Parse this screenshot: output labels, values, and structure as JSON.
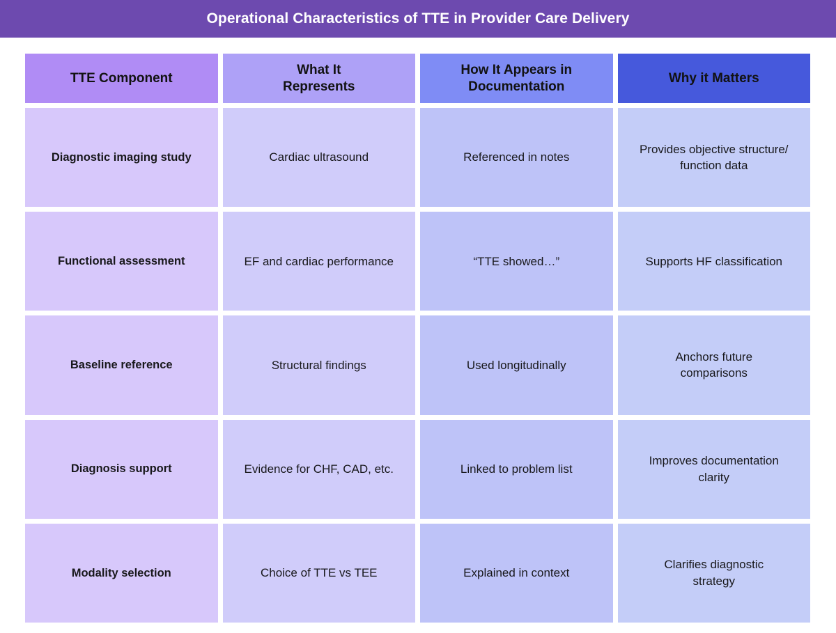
{
  "header": {
    "title": "Operational Characteristics of TTE in Provider Care Delivery",
    "bar_color": "#6D4AAF",
    "title_color": "#FFFFFF"
  },
  "table": {
    "columns": [
      {
        "label": "TTE  Component",
        "header_color": "#B08CF5",
        "body_color": "#D7C8FB"
      },
      {
        "label": "What It\nRepresents",
        "header_color": "#AEA1F7",
        "body_color": "#D0CCFA"
      },
      {
        "label": "How It Appears in\nDocumentation",
        "header_color": "#7F8CF5",
        "body_color": "#BEC3F8"
      },
      {
        "label": "Why it Matters",
        "header_color": "#4659DC",
        "body_color": "#C4CDF8"
      }
    ],
    "rows": [
      {
        "component": "Diagnostic imaging study",
        "represents": "Cardiac ultrasound",
        "documentation": "Referenced in notes",
        "matters": "Provides objective structure/\nfunction data"
      },
      {
        "component": "Functional assessment",
        "represents": "EF and cardiac performance",
        "documentation": "“TTE showed…”",
        "matters": "Supports HF classification"
      },
      {
        "component": "Baseline reference",
        "represents": "Structural findings",
        "documentation": "Used longitudinally",
        "matters": "Anchors future\ncomparisons"
      },
      {
        "component": "Diagnosis support",
        "represents": "Evidence for CHF, CAD, etc.",
        "documentation": "Linked to problem list",
        "matters": "Improves documentation\nclarity"
      },
      {
        "component": "Modality selection",
        "represents": "Choice of TTE vs TEE",
        "documentation": "Explained in context",
        "matters": "Clarifies diagnostic\nstrategy"
      }
    ]
  }
}
